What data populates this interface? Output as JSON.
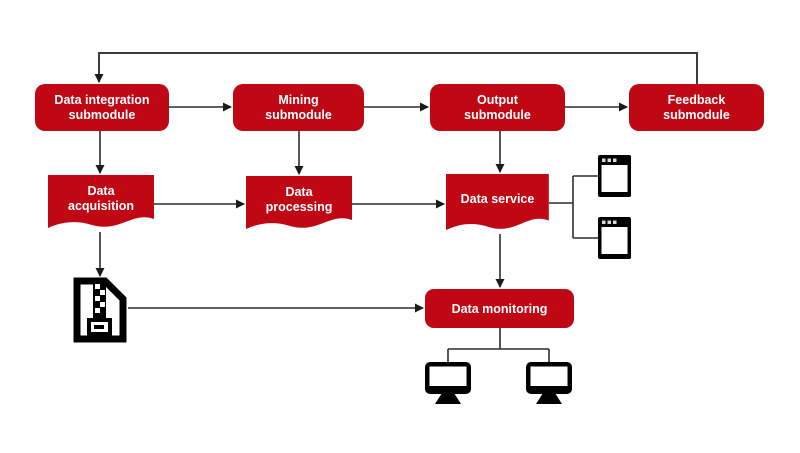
{
  "colors": {
    "accent_red": "#c00714",
    "line": "#2d2d2d",
    "feedback_line": "#3d3d3d",
    "label_text": "#ffffff",
    "icon_black": "#000000"
  },
  "modules": [
    {
      "line1": "Data integration",
      "line2": "submodule"
    },
    {
      "line1": "Mining",
      "line2": "submodule"
    },
    {
      "line1": "Output",
      "line2": "submodule"
    },
    {
      "line1": "Feedback",
      "line2": "submodule"
    }
  ],
  "documents": [
    {
      "line1": "Data",
      "line2": "acquisition"
    },
    {
      "line1": "Data",
      "line2": "processing"
    },
    {
      "line1": "Data service",
      "line2": ""
    }
  ],
  "monitoring": {
    "label": "Data monitoring"
  },
  "icons": {
    "zip": "zip-file-icon",
    "window_top": "browser-window-icon",
    "window_bottom": "browser-window-icon",
    "monitor_left": "desktop-monitor-icon",
    "monitor_right": "desktop-monitor-icon"
  }
}
